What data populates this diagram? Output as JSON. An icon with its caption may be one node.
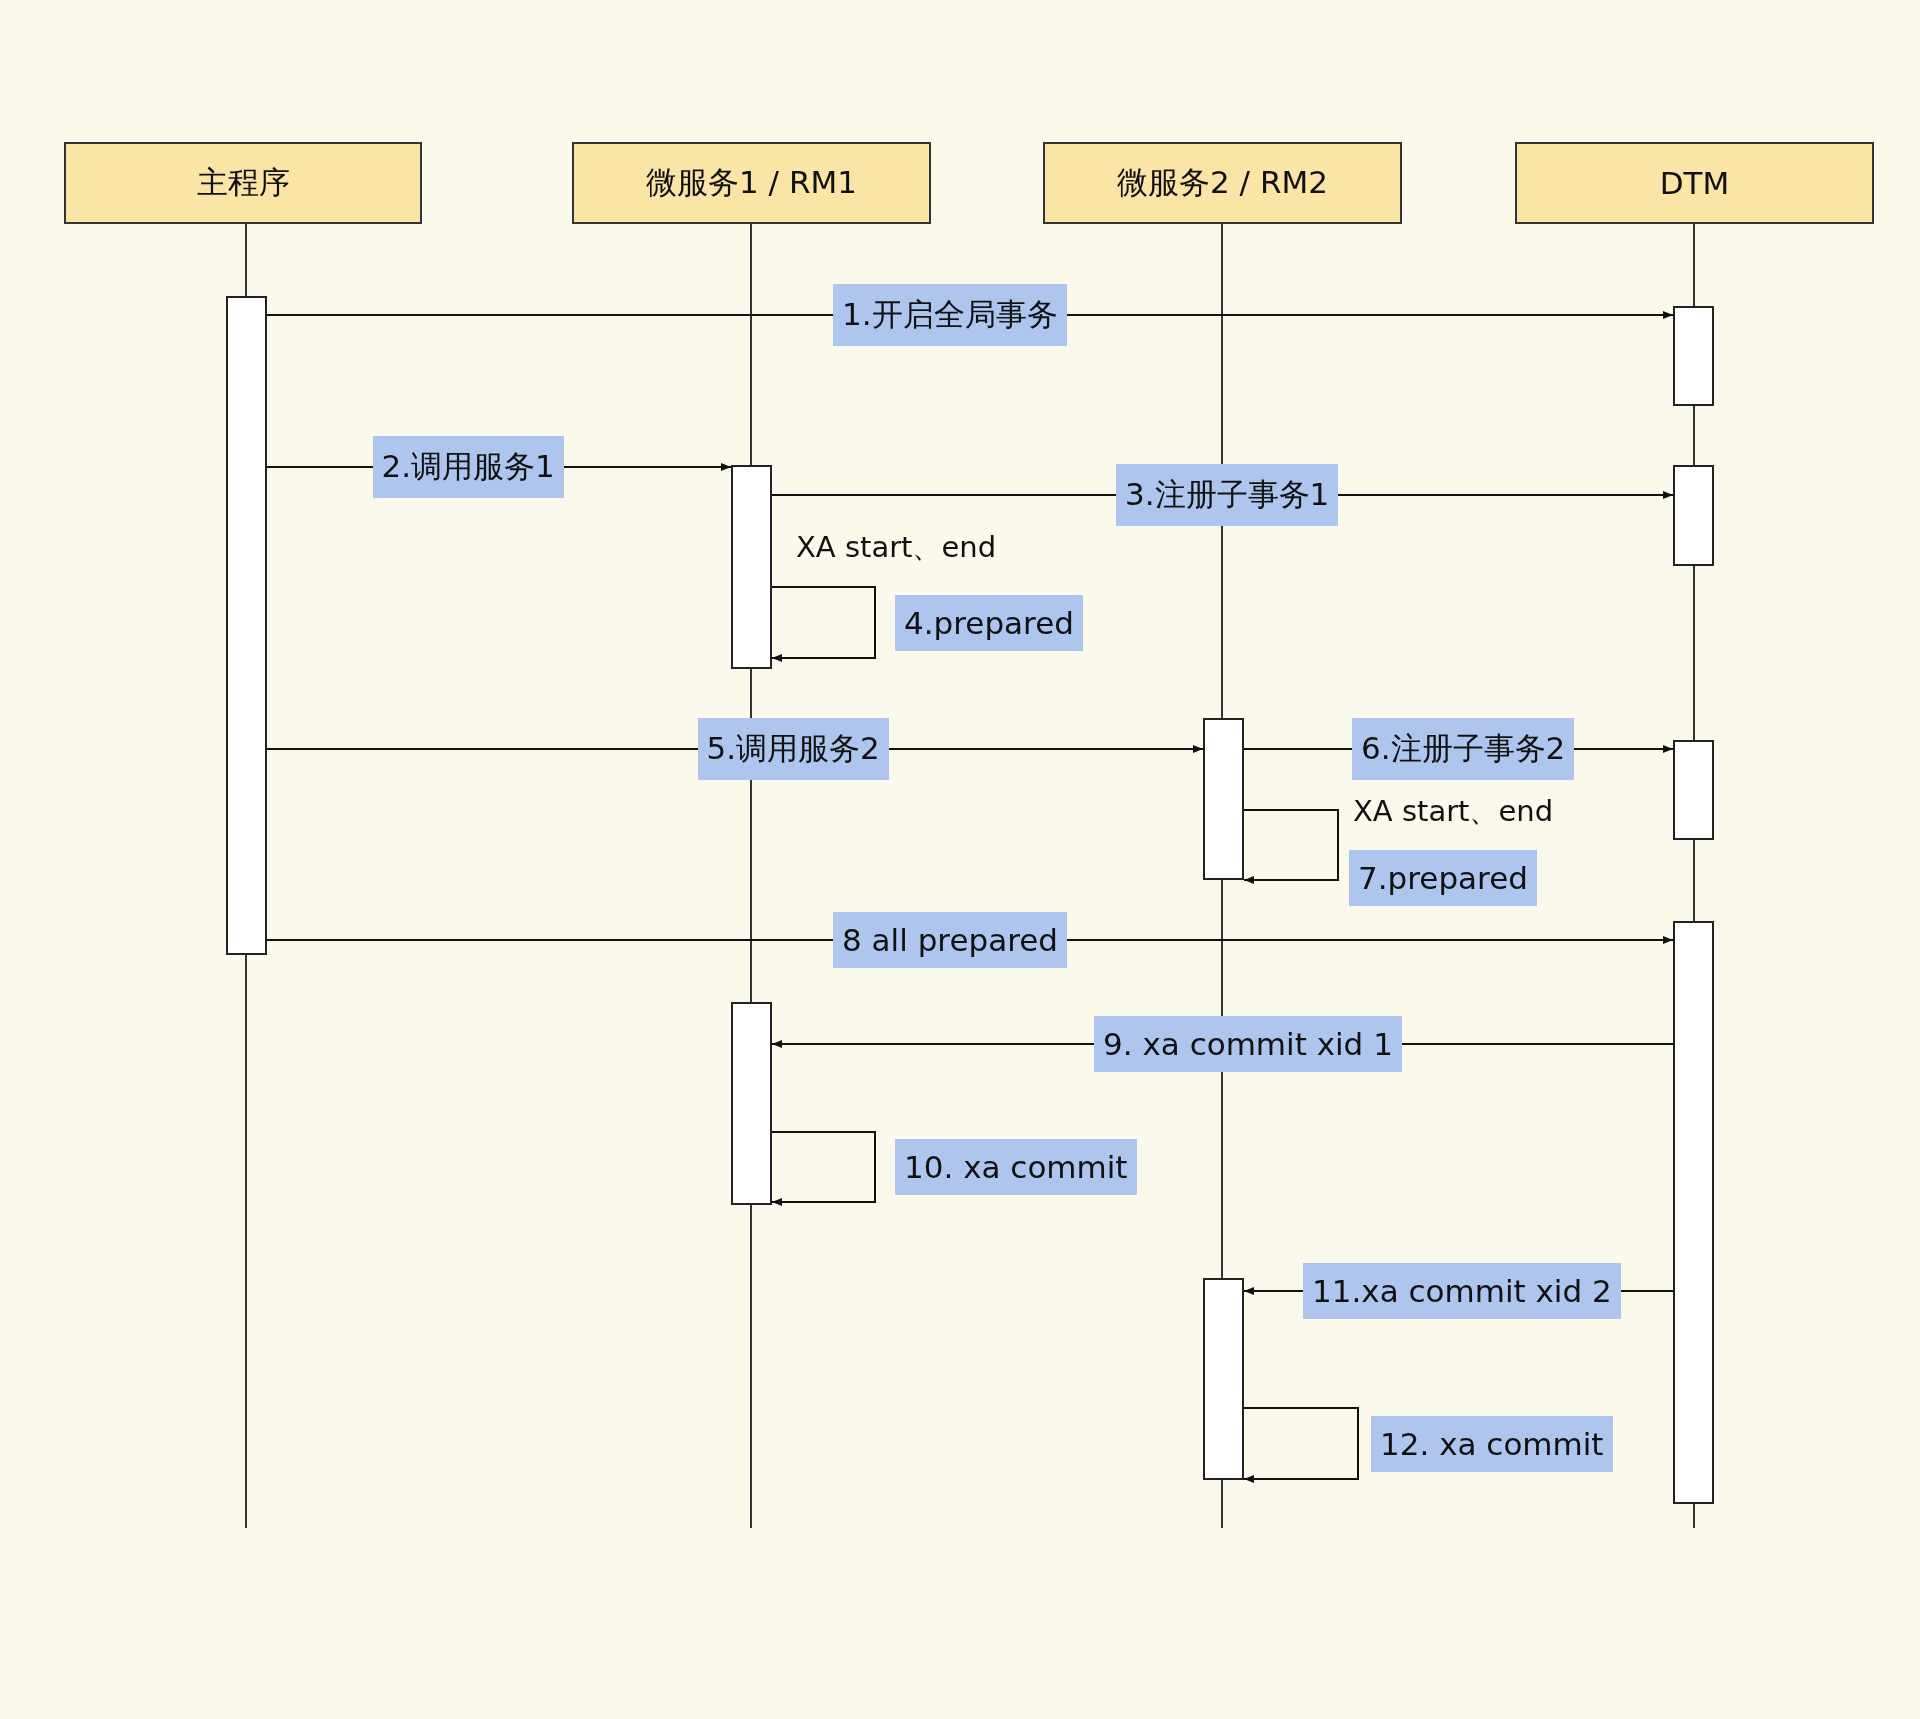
{
  "diagram": {
    "nodes": [
      {
        "text": [
          "主程序"
        ]
      },
      {
        "text": [
          "微服务1 / RM1"
        ]
      },
      {
        "text": [
          "微服务2 / RM2"
        ]
      },
      {
        "text": [
          "DTM"
        ]
      },
      {
        "text": [],
        "shape": "bar"
      },
      {
        "text": [],
        "shape": "bar"
      },
      {
        "text": [],
        "shape": "bar"
      },
      {
        "text": [],
        "shape": "bar"
      },
      {
        "text": [],
        "shape": "bar"
      },
      {
        "text": [],
        "shape": "bar"
      },
      {
        "text": [],
        "shape": "bar"
      },
      {
        "text": [],
        "shape": "bar"
      },
      {
        "text": [],
        "shape": "bar"
      }
    ],
    "edges": [
      {
        "from": 4,
        "to": 5,
        "arrow": "to",
        "label": "1.开启全局事务"
      },
      {
        "from": 4,
        "to": 6,
        "arrow": "to",
        "label": "2.调用服务1"
      },
      {
        "from": 6,
        "to": 7,
        "arrow": "to",
        "label": "3.注册子事务1"
      },
      {
        "from": 6,
        "to": 6,
        "arrow": "to",
        "label": "4.prepared"
      },
      {
        "from": 4,
        "to": 8,
        "arrow": "to",
        "label": "5.调用服务2"
      },
      {
        "from": 8,
        "to": 9,
        "arrow": "to",
        "label": "6.注册子事务2"
      },
      {
        "from": 8,
        "to": 8,
        "arrow": "to",
        "label": "7.prepared"
      },
      {
        "from": 4,
        "to": 10,
        "arrow": "to",
        "label": "8 all prepared"
      },
      {
        "from": 10,
        "to": 11,
        "arrow": "to",
        "label": "9. xa commit xid 1"
      },
      {
        "from": 11,
        "to": 11,
        "arrow": "to",
        "label": "10. xa commit"
      },
      {
        "from": 10,
        "to": 12,
        "arrow": "to",
        "label": "11.xa commit xid 2"
      },
      {
        "from": 12,
        "to": 12,
        "arrow": "to",
        "label": "12. xa commit"
      }
    ],
    "labels": [
      "XA start、end",
      "XA start、end"
    ]
  }
}
